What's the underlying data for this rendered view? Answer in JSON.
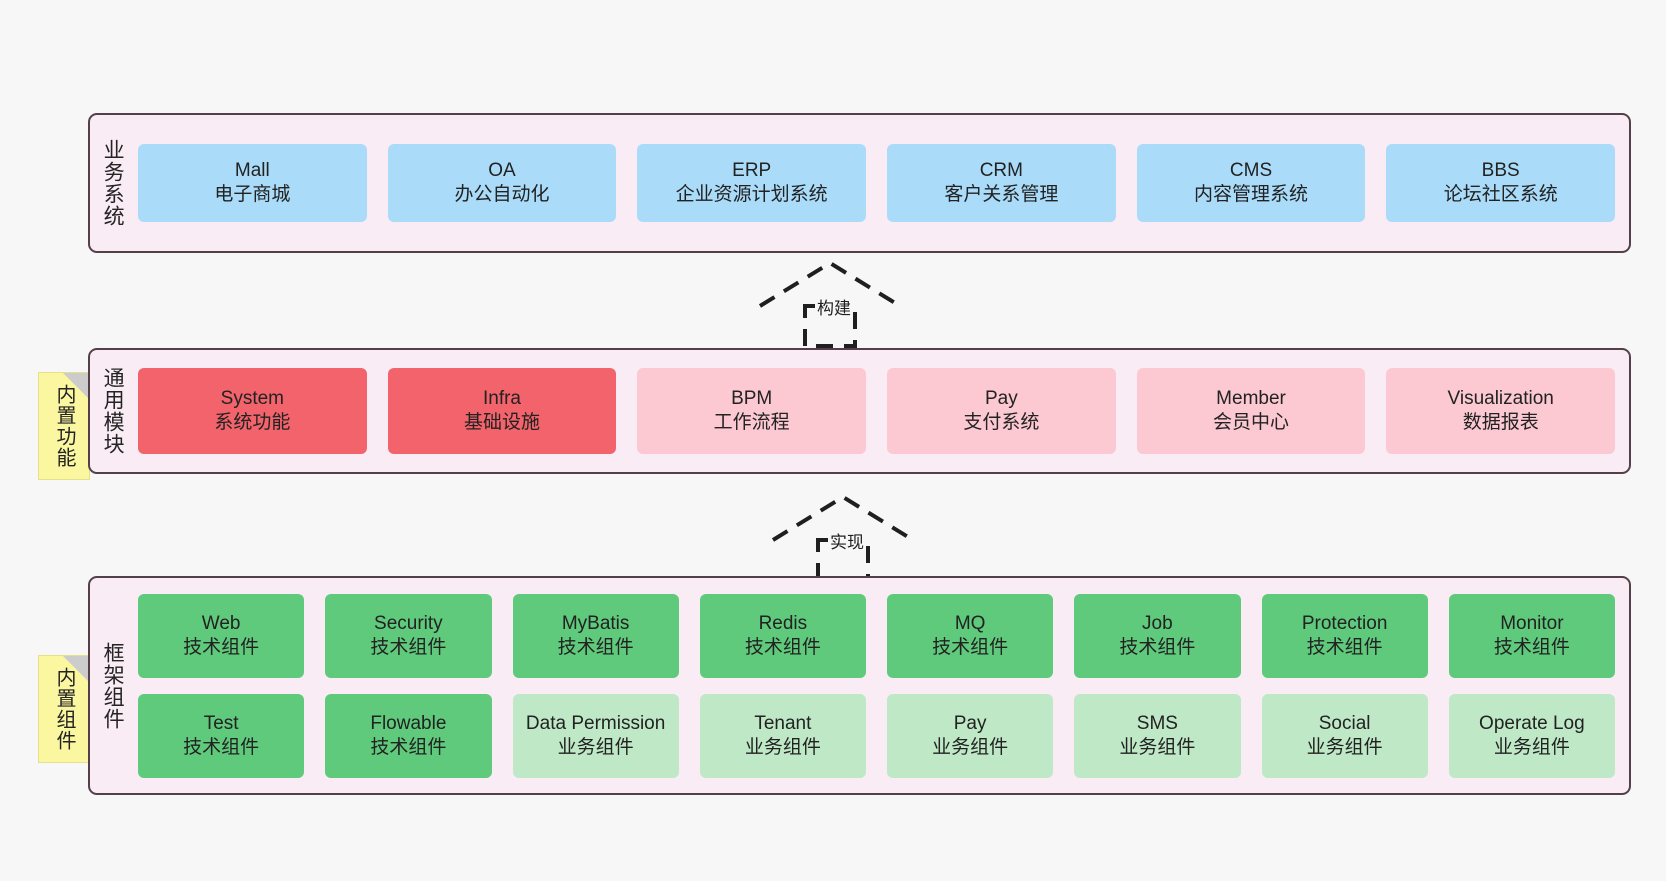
{
  "layers": [
    {
      "key": "business",
      "title": "业务系统",
      "cards": [
        {
          "en": "Mall",
          "cn": "电子商城"
        },
        {
          "en": "OA",
          "cn": "办公自动化"
        },
        {
          "en": "ERP",
          "cn": "企业资源计划系统"
        },
        {
          "en": "CRM",
          "cn": "客户关系管理"
        },
        {
          "en": "CMS",
          "cn": "内容管理系统"
        },
        {
          "en": "BBS",
          "cn": "论坛社区系统"
        }
      ]
    },
    {
      "key": "modules",
      "title": "通用模块",
      "cards": [
        {
          "en": "System",
          "cn": "系统功能"
        },
        {
          "en": "Infra",
          "cn": "基础设施"
        },
        {
          "en": "BPM",
          "cn": "工作流程"
        },
        {
          "en": "Pay",
          "cn": "支付系统"
        },
        {
          "en": "Member",
          "cn": "会员中心"
        },
        {
          "en": "Visualization",
          "cn": "数据报表"
        }
      ]
    },
    {
      "key": "framework",
      "title": "框架组件",
      "row1": [
        {
          "en": "Web",
          "cn": "技术组件"
        },
        {
          "en": "Security",
          "cn": "技术组件"
        },
        {
          "en": "MyBatis",
          "cn": "技术组件"
        },
        {
          "en": "Redis",
          "cn": "技术组件"
        },
        {
          "en": "MQ",
          "cn": "技术组件"
        },
        {
          "en": "Job",
          "cn": "技术组件"
        },
        {
          "en": "Protection",
          "cn": "技术组件"
        },
        {
          "en": "Monitor",
          "cn": "技术组件"
        }
      ],
      "row2": [
        {
          "en": "Test",
          "cn": "技术组件"
        },
        {
          "en": "Flowable",
          "cn": "技术组件"
        },
        {
          "en": "Data Permission",
          "cn": "业务组件"
        },
        {
          "en": "Tenant",
          "cn": "业务组件"
        },
        {
          "en": "Pay",
          "cn": "业务组件"
        },
        {
          "en": "SMS",
          "cn": "业务组件"
        },
        {
          "en": "Social",
          "cn": "业务组件"
        },
        {
          "en": "Operate Log",
          "cn": "业务组件"
        }
      ]
    }
  ],
  "notes": [
    {
      "key": "features",
      "label": "内置功能"
    },
    {
      "key": "components",
      "label": "内置组件"
    }
  ],
  "arrows": [
    {
      "key": "build",
      "label": "构建"
    },
    {
      "key": "implement",
      "label": "实现"
    }
  ],
  "colors": {
    "background": "#f7f7f7",
    "panel_fill": "#f9ecf5",
    "panel_border": "#544049",
    "business_card": "#aadcfa",
    "module_strong": "#f2636b",
    "module_soft": "#fcc9d2",
    "tech_component": "#5fca7c",
    "business_component": "#bfe8c7",
    "note_fill": "#fbf7a0",
    "note_fold": "#cccccc",
    "arrow_stroke": "#1f1f1f"
  }
}
